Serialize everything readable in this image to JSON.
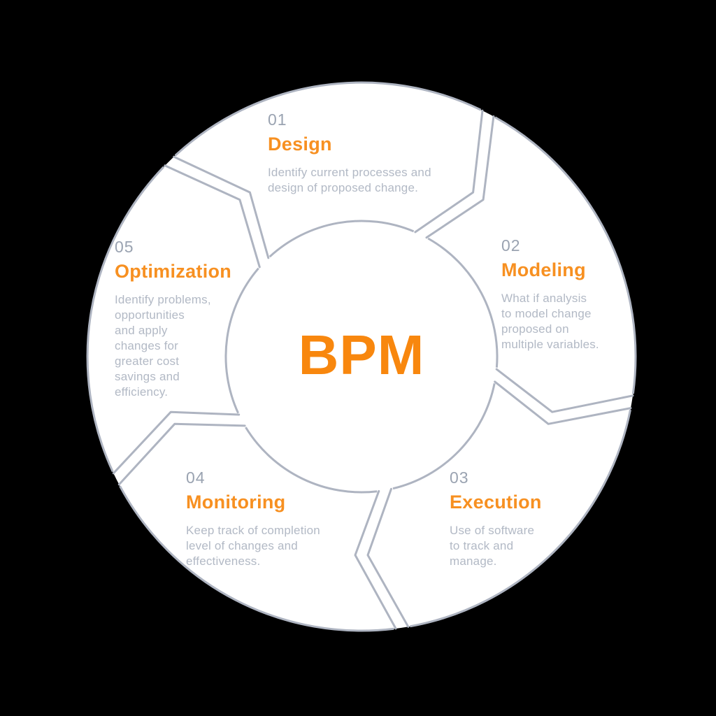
{
  "diagram": {
    "title": "BPM cycle",
    "type": "process-cycle",
    "stage_count": 5
  },
  "center": {
    "label": "BPM"
  },
  "segments": [
    {
      "number": "01",
      "title": "Design",
      "description": "Identify current processes and\ndesign of proposed change."
    },
    {
      "number": "02",
      "title": "Modeling",
      "description": "What if analysis\nto model change\nproposed on\nmultiple variables."
    },
    {
      "number": "03",
      "title": "Execution",
      "description": "Use of software\nto track and\nmanage."
    },
    {
      "number": "04",
      "title": "Monitoring",
      "description": "Keep track of completion\nlevel of changes and\neffectiveness."
    },
    {
      "number": "05",
      "title": "Optimization",
      "description": "Identify problems,\nopportunities\nand apply\nchanges for\ngreater cost\nsavings and\nefficiency."
    }
  ],
  "colors": {
    "accent_orange": "#f79021",
    "center_orange": "#f8870e",
    "number_gray": "#9aa3b1",
    "body_gray": "#b2b9c5",
    "line_gray": "#aeb4c1",
    "wheel_fill": "#ffffff",
    "background": "#000000"
  }
}
